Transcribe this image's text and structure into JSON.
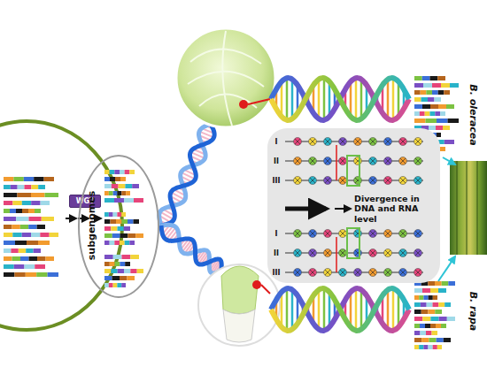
{
  "diagram": {
    "nodes": [
      {
        "text": [
          "WGT"
        ]
      },
      {
        "text": [
          "subgenomes"
        ]
      },
      {
        "text": [
          "Divergence in DNA and RNA level"
        ]
      }
    ],
    "labels": [
      "B. oleracea",
      "B. rapa",
      "I",
      "II",
      "III",
      "I",
      "II",
      "III"
    ]
  }
}
